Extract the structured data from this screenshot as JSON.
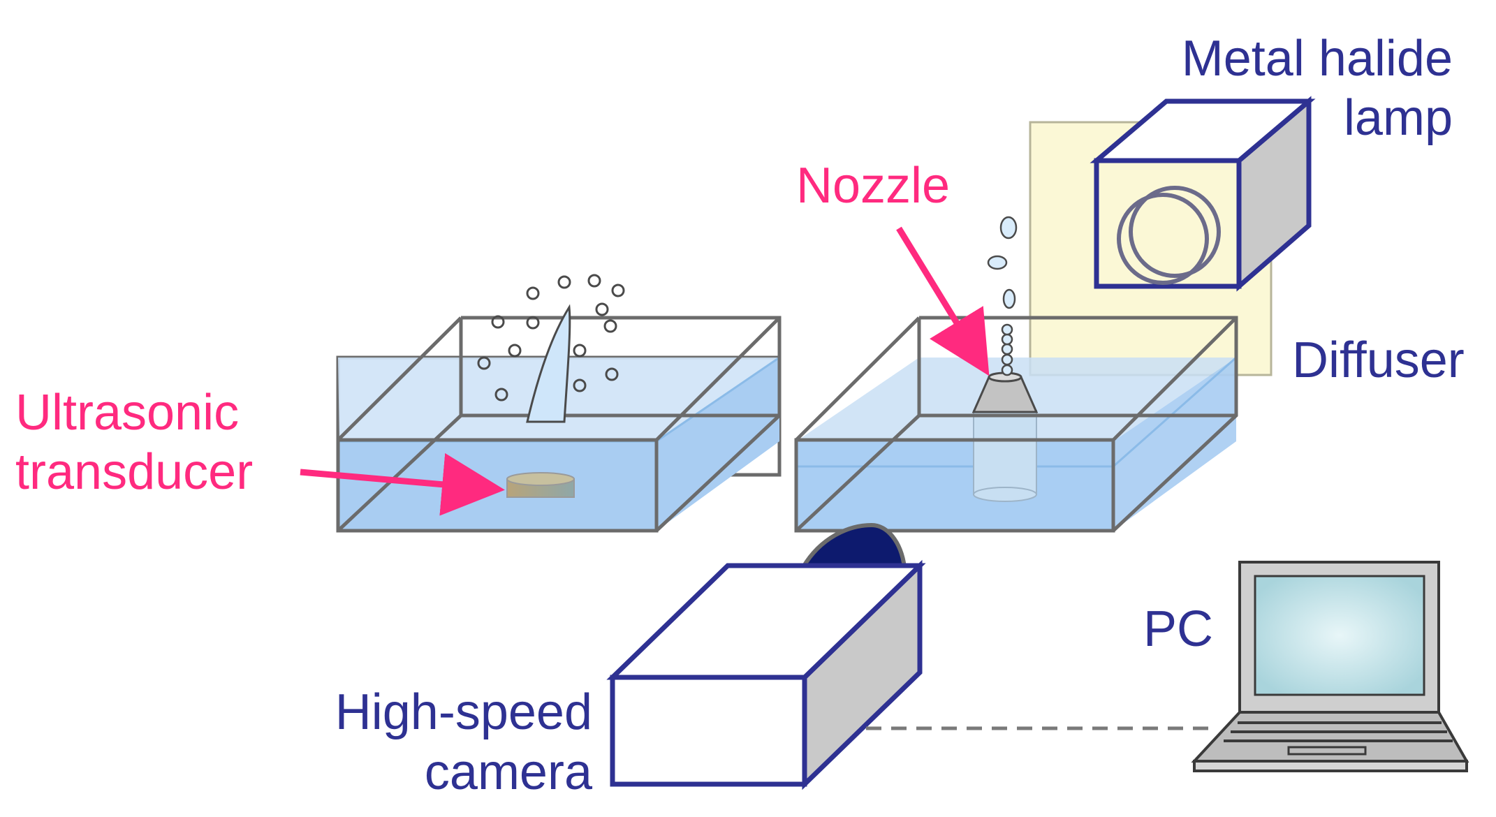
{
  "labels": {
    "metal_halide_lamp_line1": "Metal halide",
    "metal_halide_lamp_line2": "lamp",
    "nozzle": "Nozzle",
    "diffuser": "Diffuser",
    "ultrasonic_transducer_line1": "Ultrasonic",
    "ultrasonic_transducer_line2": "transducer",
    "pc": "PC",
    "high_speed_camera_line1": "High-speed",
    "high_speed_camera_line2": "camera"
  },
  "colors": {
    "pink_label": "#ff2a7f",
    "navy_label": "#2e3192",
    "water": "#a9cdf2",
    "tank_edge": "#6b6b6b",
    "diffuser_fill": "#fbf8d6",
    "device_side": "#c9c9c9"
  }
}
